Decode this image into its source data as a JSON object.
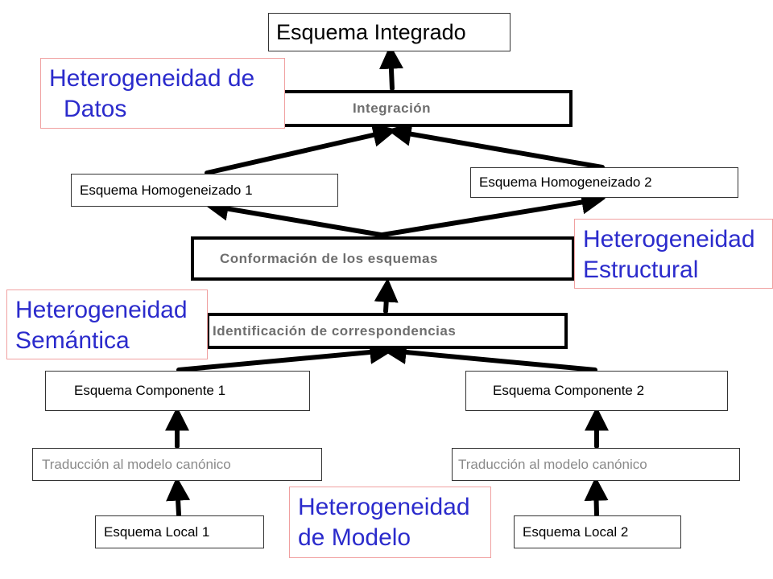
{
  "boxes": {
    "integrated": "Esquema Integrado",
    "integration": "Integración",
    "homog1": "Esquema Homogeneizado 1",
    "homog2": "Esquema Homogeneizado 2",
    "conformation": "Conformación de los esquemas",
    "identification": "Identificación de  correspondencias",
    "component1": "Esquema Componente 1",
    "component2": "Esquema Componente 2",
    "translation1": "Traducción al modelo canónico",
    "translation2": "Traducción al modelo canónico",
    "local1": "Esquema Local 1",
    "local2": "Esquema Local 2"
  },
  "notes": {
    "data_line1": "Heterogeneidad  de",
    "data_line2": "Datos",
    "structural_line1": "Heterogeneidad",
    "structural_line2": "Estructural",
    "semantic_line1": "Heterogeneidad",
    "semantic_line2": "Semántica",
    "model_line1": "Heterogeneidad",
    "model_line2": "de Modelo"
  },
  "colors": {
    "note_text": "#2b2bcc",
    "note_border": "#f0a0a0",
    "process_text": "#6e6e6e",
    "translation_text": "#8a8a8a"
  }
}
